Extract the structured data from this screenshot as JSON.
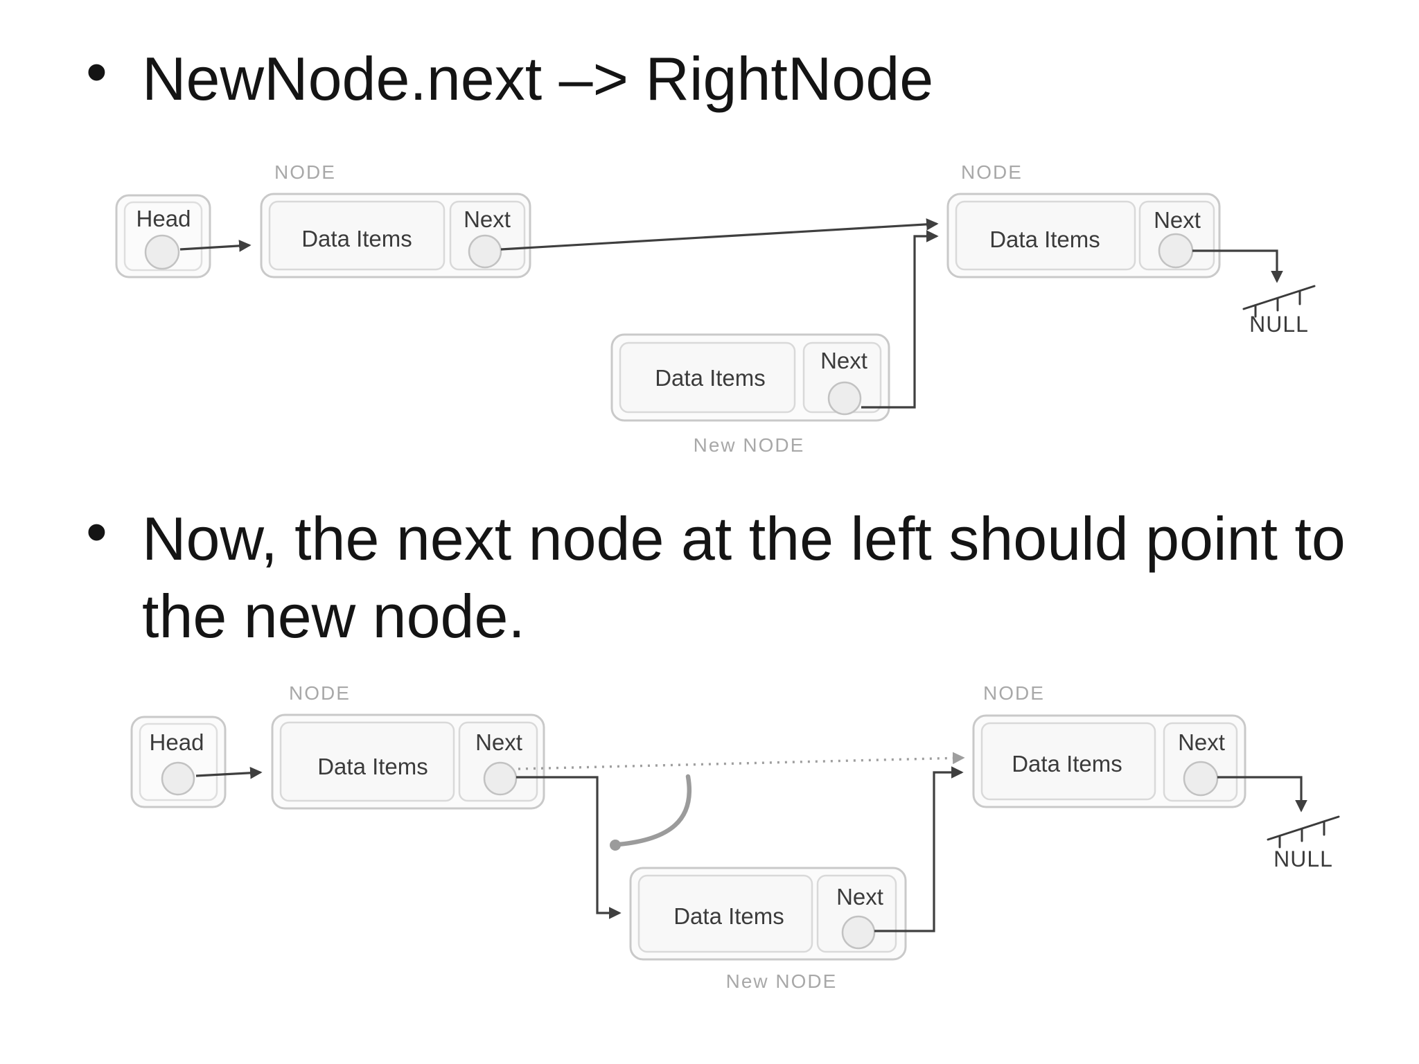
{
  "slide": {
    "bullet_char": "•",
    "bullets": [
      {
        "lines": [
          "NewNode.next –> RightNode"
        ]
      },
      {
        "lines": [
          "Now, the next node at the left should point to",
          "the new node."
        ]
      }
    ]
  },
  "labels": {
    "node": "NODE",
    "new_node": "New NODE",
    "head": "Head",
    "data_items": "Data Items",
    "next": "Next",
    "null": "NULL"
  },
  "colors": {
    "background": "#ffffff",
    "body_text": "#141414",
    "diagram_gray_label": "#a8a8a8",
    "diagram_text": "#3b3b3b",
    "box_border": "#c9c9c9",
    "box_fill": "#fbfbfb",
    "cell_fill": "#f8f8f8",
    "circle_fill": "#ededed",
    "arrow": "#3f3f3f",
    "dotted_arrow": "#9e9e9e",
    "curve_arrow": "#9b9b9b"
  }
}
